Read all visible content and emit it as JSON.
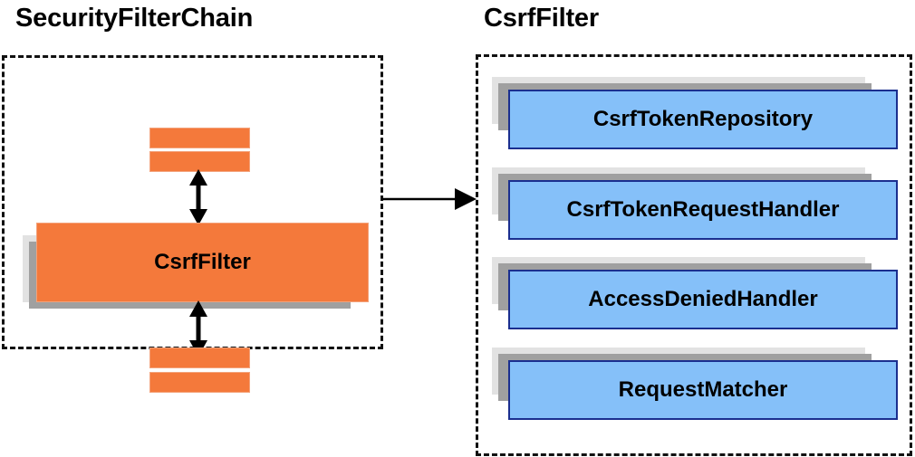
{
  "diagram": {
    "title_left": "SecurityFilterChain",
    "title_right": "CsrfFilter",
    "colors": {
      "orange_fill": "#f4793b",
      "orange_border": "#f3a27a",
      "blue_fill": "#85c0f9",
      "blue_border": "#1b2f8f",
      "shadow_near": "#a0a0a0",
      "shadow_far": "#e2e2e2",
      "outline": "#111111",
      "text": "#000000",
      "background": "#ffffff"
    }
  },
  "left_panel": {
    "title": "SecurityFilterChain",
    "main_component": {
      "label": "CsrfFilter"
    },
    "filters_above": [
      {
        "label": ""
      },
      {
        "label": ""
      }
    ],
    "filters_below": [
      {
        "label": ""
      },
      {
        "label": ""
      }
    ]
  },
  "right_panel": {
    "title": "CsrfFilter",
    "collaborators": [
      {
        "label": "CsrfTokenRepository"
      },
      {
        "label": "CsrfTokenRequestHandler"
      },
      {
        "label": "AccessDeniedHandler"
      },
      {
        "label": "RequestMatcher"
      }
    ]
  },
  "connectors": {
    "chain_to_filter_top": "double-headed-vertical-arrow",
    "chain_to_filter_bottom": "double-headed-vertical-arrow",
    "expand_arrow": "right-arrow"
  }
}
